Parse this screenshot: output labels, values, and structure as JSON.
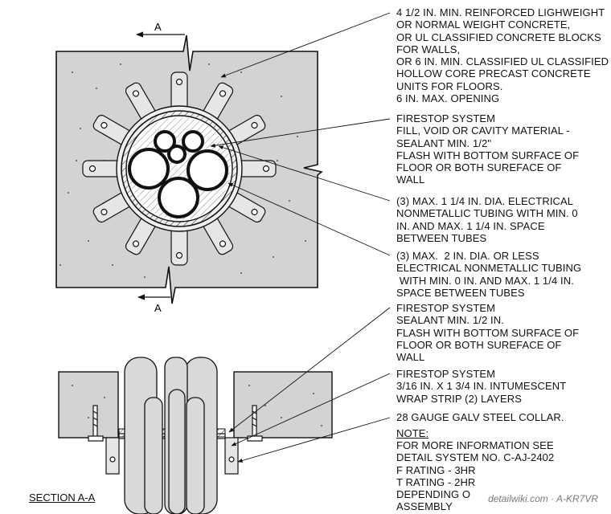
{
  "section_marker": "A",
  "notes": {
    "concrete": "4 1/2 IN. MIN. REINFORCED LIGHWEIGHT\nOR NORMAL WEIGHT CONCRETE,\nOR UL CLASSIFIED CONCRETE BLOCKS\nFOR WALLS,\nOR 6 IN. MIN. CLASSIFIED UL CLASSIFIED\nHOLLOW CORE PRECAST CONCRETE\nUNITS FOR FLOORS.\n6 IN. MAX. OPENING",
    "firestop_fill": "FIRESTOP SYSTEM\nFILL, VOID OR CAVITY MATERIAL -\nSEALANT MIN. 1/2\"\nFLASH WITH BOTTOM SURFACE OF\nFLOOR OR BOTH SUREFACE OF\nWALL",
    "small_tubing": "(3) MAX. 1 1/4 IN. DIA. ELECTRICAL\nNONMETALLIC TUBING WITH MIN. 0\nIN. AND MAX. 1 1/4 IN. SPACE\nBETWEEN TUBES",
    "large_tubing": "(3) MAX.  2 IN. DIA. OR LESS\nELECTRICAL NONMETALLIC TUBING\n WITH MIN. 0 IN. AND MAX. 1 1/4 IN.\nSPACE BETWEEN TUBES",
    "firestop_sealant": "FIRESTOP SYSTEM\nSEALANT MIN. 1/2 IN.\nFLASH WITH BOTTOM SURFACE OF\nFLOOR OR BOTH SUREFACE OF\nWALL",
    "wrap_strip": "FIRESTOP SYSTEM\n3/16 IN. X 1 3/4 IN. INTUMESCENT\nWRAP STRIP (2) LAYERS",
    "collar": "28 GAUGE GALV STEEL COLLAR.",
    "note_title": "NOTE:",
    "note_body": "FOR MORE INFORMATION SEE\nDETAIL SYSTEM NO. C-AJ-2402\nF RATING - 3HR\nT RATING - 2HR\nDEPENDING O\nASSEMBLY"
  },
  "section_label": "SECTION A-A",
  "watermark": "detailwiki.com · A-KR7VR",
  "colors": {
    "concrete": "#d3d3d3",
    "line": "#111111",
    "collar": "#e6e6e6"
  }
}
